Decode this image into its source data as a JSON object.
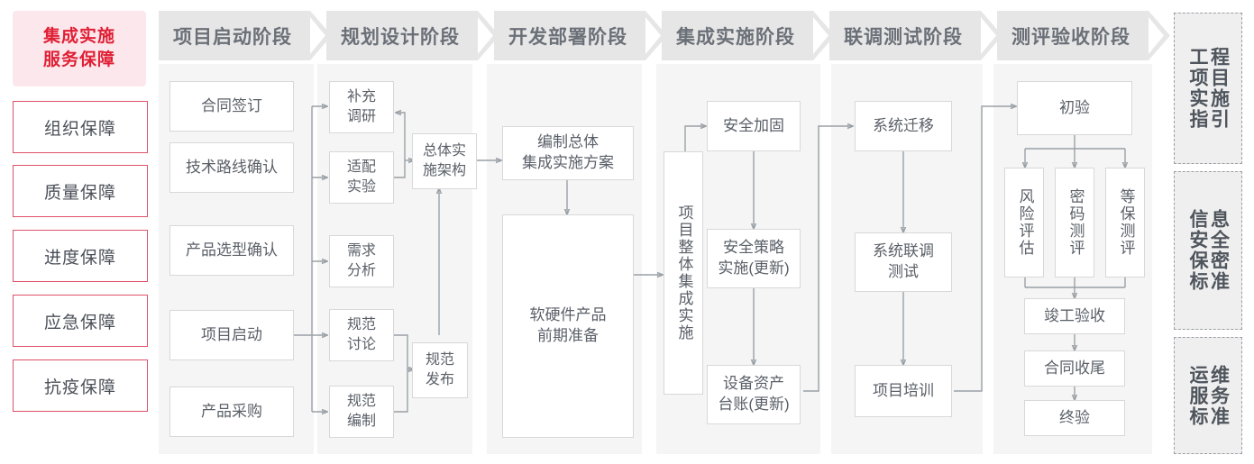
{
  "left_rail": {
    "title": "集成实施\n服务保障",
    "title_line1": "集成实施",
    "title_line2": "服务保障",
    "items": [
      {
        "label": "组织保障"
      },
      {
        "label": "质量保障"
      },
      {
        "label": "进度保障"
      },
      {
        "label": "应急保障"
      },
      {
        "label": "抗疫保障"
      }
    ],
    "accent_color": "#e01f35",
    "title_bg": "#fce8ec",
    "item_border": "#e05068"
  },
  "stages": [
    {
      "id": "startup",
      "label": "项目启动阶段",
      "nodes": [
        {
          "text": "合同签订"
        },
        {
          "text": "技术路线确认"
        },
        {
          "text": "产品选型确认"
        },
        {
          "text": "项目启动"
        },
        {
          "text": "产品采购"
        }
      ]
    },
    {
      "id": "planning",
      "label": "规划设计阶段",
      "nodes": [
        {
          "text": "补充\n调研",
          "line1": "补充",
          "line2": "调研"
        },
        {
          "text": "适配\n实验",
          "line1": "适配",
          "line2": "实验"
        },
        {
          "text": "需求\n分析",
          "line1": "需求",
          "line2": "分析"
        },
        {
          "text": "规范\n讨论",
          "line1": "规范",
          "line2": "讨论"
        },
        {
          "text": "规范\n编制",
          "line1": "规范",
          "line2": "编制"
        },
        {
          "text": "总体实\n施架构",
          "line1": "总体实",
          "line2": "施架构"
        },
        {
          "text": "规范\n发布",
          "line1": "规范",
          "line2": "发布"
        }
      ]
    },
    {
      "id": "development",
      "label": "开发部署阶段",
      "nodes": [
        {
          "text": "编制总体\n集成实施方案",
          "line1": "编制总体",
          "line2": "集成实施方案"
        },
        {
          "text": "软硬件产品\n前期准备",
          "line1": "软硬件产品",
          "line2": "前期准备"
        }
      ]
    },
    {
      "id": "integration",
      "label": "集成实施阶段",
      "nodes": [
        {
          "text": "项目整体集成实施",
          "vertical": true
        },
        {
          "text": "安全加固"
        },
        {
          "text": "安全策略\n实施(更新)",
          "line1": "安全策略",
          "line2": "实施(更新)"
        },
        {
          "text": "设备资产\n台账(更新)",
          "line1": "设备资产",
          "line2": "台账(更新)"
        }
      ]
    },
    {
      "id": "jointtest",
      "label": "联调测试阶段",
      "nodes": [
        {
          "text": "系统迁移"
        },
        {
          "text": "系统联调\n测试",
          "line1": "系统联调",
          "line2": "测试"
        },
        {
          "text": "项目培训"
        }
      ]
    },
    {
      "id": "acceptance",
      "label": "测评验收阶段",
      "nodes": [
        {
          "text": "初验"
        },
        {
          "text": "风险评估",
          "vertical": true
        },
        {
          "text": "密码测评",
          "vertical": true
        },
        {
          "text": "等保测评",
          "vertical": true
        },
        {
          "text": "竣工验收"
        },
        {
          "text": "合同收尾"
        },
        {
          "text": "终验"
        }
      ]
    }
  ],
  "standards": [
    {
      "col_right": "工程项目",
      "col_left": "实施指引",
      "text": "工程项目实施指引",
      "right_chars": "程目施引",
      "left_chars": "工项实指"
    },
    {
      "col_right": "信息安全",
      "col_left": "保密标准",
      "text": "信息安全保密标准",
      "right_chars": "息全密准",
      "left_chars": "信安保标"
    },
    {
      "col_right": "运维服务",
      "col_left": "标准",
      "text": "运维服务标准",
      "right_chars": "维务准",
      "left_chars": "运服标"
    }
  ]
}
